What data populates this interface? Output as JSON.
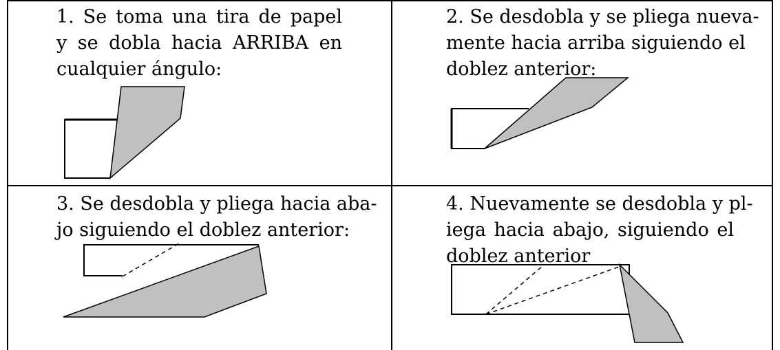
{
  "steps": [
    {
      "lines": [
        "1. Se toma una tira de papel",
        "y se dobla hacia ARRIBA en",
        "cualquier ángulo:"
      ]
    },
    {
      "lines": [
        "2. Se desdobla y se pliega nueva-",
        "mente hacia arriba siguiendo el",
        "doblez anterior:"
      ]
    },
    {
      "lines": [
        "3. Se desdobla y pliega hacia aba-",
        "jo siguiendo el doblez anterior:"
      ]
    },
    {
      "lines": [
        "4. Nuevamente se desdobla y pl-",
        "iega hacia abajo, siguiendo el",
        "doblez anterior"
      ]
    }
  ],
  "colors": {
    "fold_fill": "#c0c0c0",
    "line": "#000000"
  }
}
